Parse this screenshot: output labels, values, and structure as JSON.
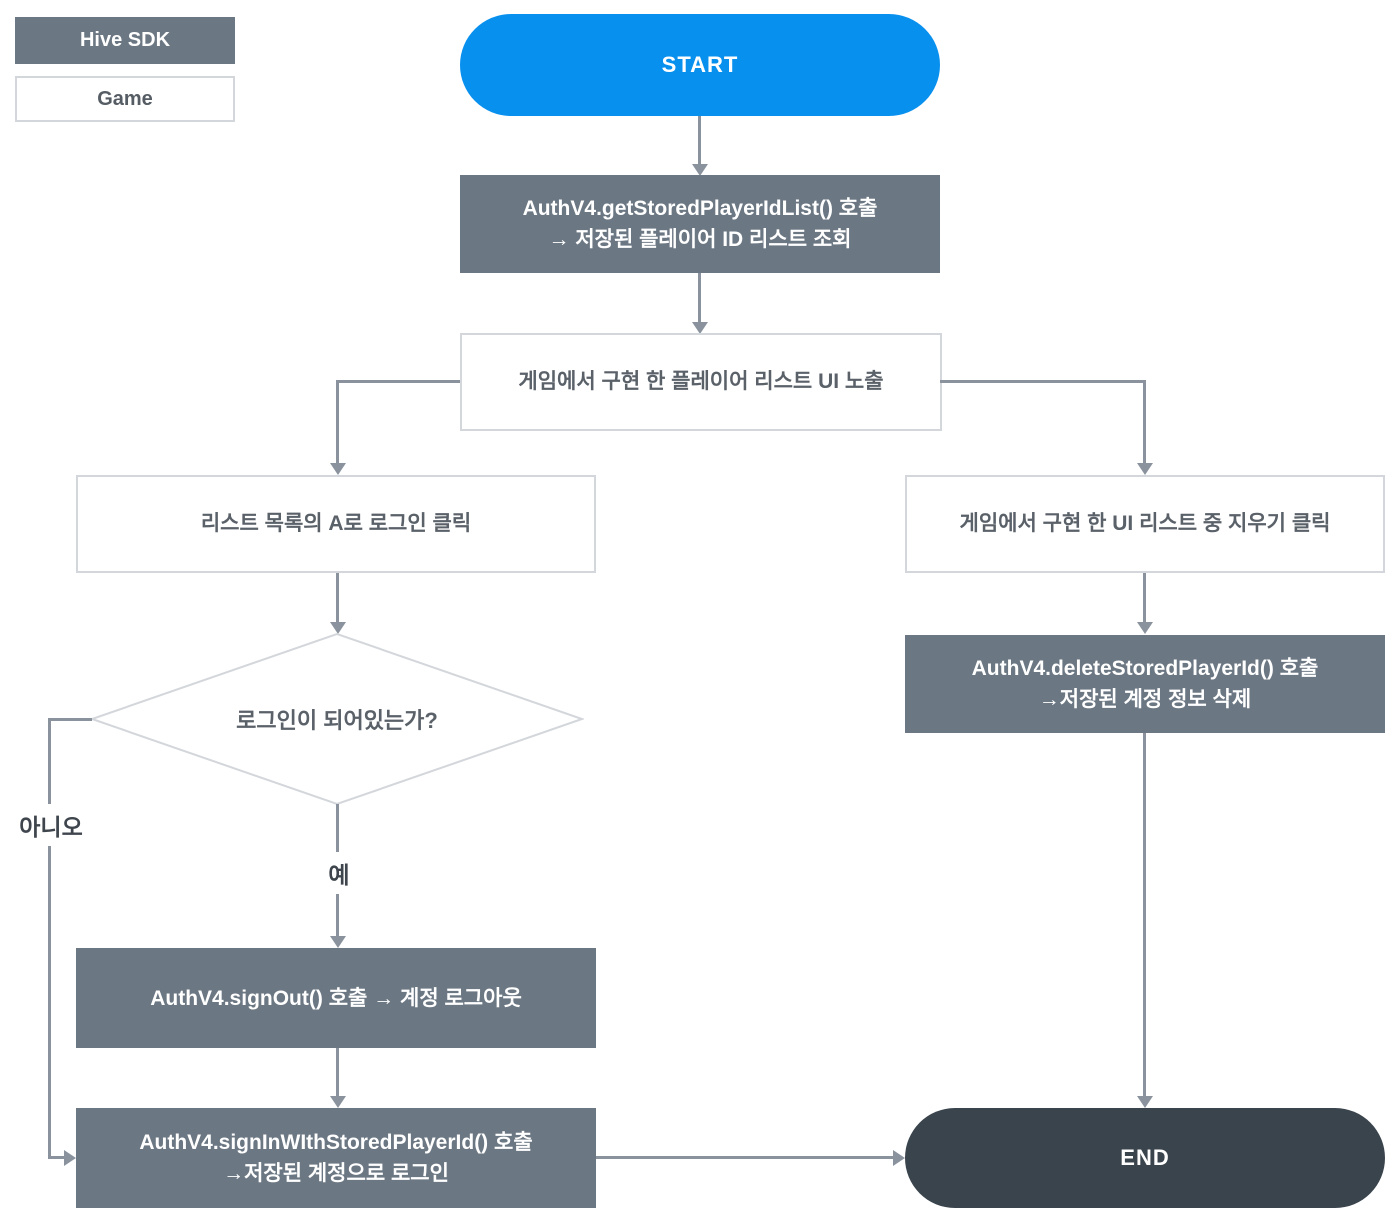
{
  "legend": {
    "hive_sdk": "Hive SDK",
    "game": "Game"
  },
  "colors": {
    "hive_fill": "#6b7783",
    "start_fill": "#0890ef",
    "end_fill": "#3a444d",
    "connector": "#8a939d",
    "box_border": "#d3d6da"
  },
  "nodes": {
    "start": "START",
    "get_stored": {
      "line1": "AuthV4.getStoredPlayerIdList() 호출",
      "line2": "→ 저장된 플레이어 ID 리스트 조회"
    },
    "player_list_ui": "게임에서 구현 한 플레이어 리스트 UI 노출",
    "login_click": "리스트 목록의 A로 로그인 클릭",
    "delete_click": "게임에서 구현 한 UI 리스트 중 지우기 클릭",
    "delete_stored": {
      "line1": "AuthV4.deleteStoredPlayerId() 호출",
      "line2": "→저장된 계정 정보 삭제"
    },
    "is_logged_in": "로그인이 되어있는가?",
    "label_no": "아니오",
    "label_yes": "예",
    "sign_out": "AuthV4.signOut() 호출 → 계정 로그아웃",
    "sign_in_stored": {
      "line1": "AuthV4.signInWIthStoredPlayerId() 호출",
      "line2": "→저장된 계정으로 로그인"
    },
    "end": "END"
  }
}
